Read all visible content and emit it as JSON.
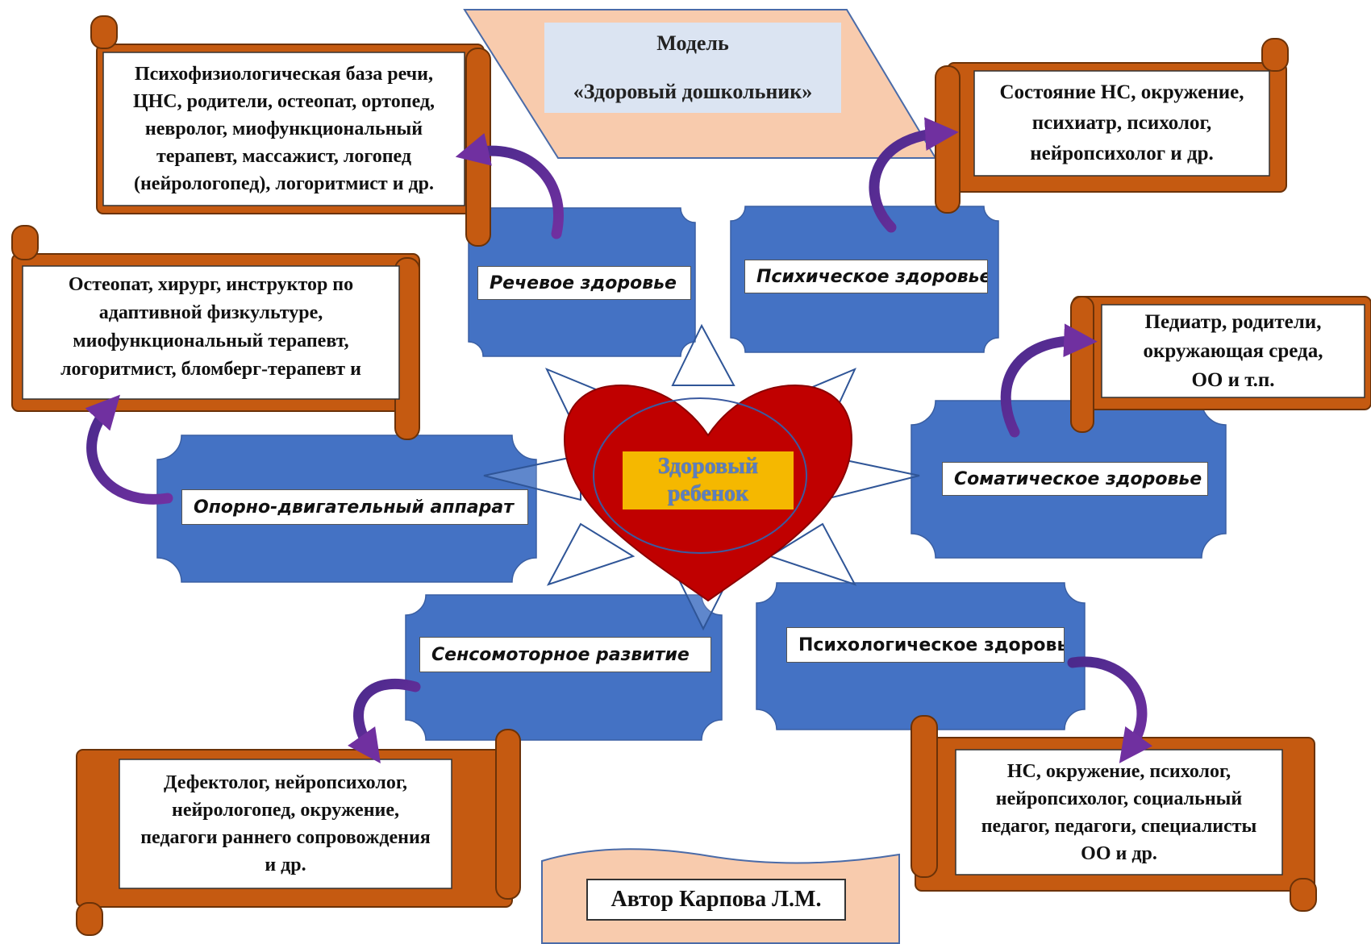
{
  "title": {
    "line1": "Модель",
    "line2": "«Здоровый дошкольник»"
  },
  "center": {
    "line1": "Здоровый",
    "line2": "ребенок"
  },
  "areas": {
    "speech": "Речевое здоровье",
    "mental": "Психическое здоровье",
    "somatic": "Соматическое здоровье",
    "musculoskeletal": "Опорно-двигательный аппарат",
    "sensorimotor": "Сенсомоторное развитие",
    "psychological": "Психологическое здоровье"
  },
  "scrolls": {
    "speech": [
      "Психофизиологическая база речи,",
      "ЦНС, родители, остеопат, ортопед,",
      "невролог, миофункциональный",
      "терапевт, массажист, логопед",
      "(нейрологопед), логоритмист и др."
    ],
    "mental": [
      "Состояние НС, окружение,",
      "психиатр, психолог,",
      "нейропсихолог и др."
    ],
    "somatic": [
      "Педиатр, родители,",
      "окружающая среда,",
      "ОО и т.п."
    ],
    "musculoskeletal": [
      "Остеопат, хирург, инструктор по",
      "адаптивной физкультуре,",
      "миофункциональный терапевт,",
      "логоритмист, бломберг-терапевт и"
    ],
    "sensorimotor": [
      "Дефектолог, нейропсихолог,",
      "нейрологопед, окружение,",
      "педагоги раннего сопровождения",
      "и др."
    ],
    "psychological": [
      "НС, окружение, психолог,",
      "нейропсихолог, социальный",
      "педагог, педагоги, специалисты",
      "ОО и др."
    ]
  },
  "author": "Автор Карпова Л.М.",
  "colors": {
    "scroll_orange": "#c55a11",
    "area_blue": "#4472c4",
    "heart_red": "#c00000",
    "center_gold": "#f5b800",
    "title_peach": "#f8cbad",
    "title_box": "#dbe4f2",
    "arrow_purple": "#7030a0"
  }
}
